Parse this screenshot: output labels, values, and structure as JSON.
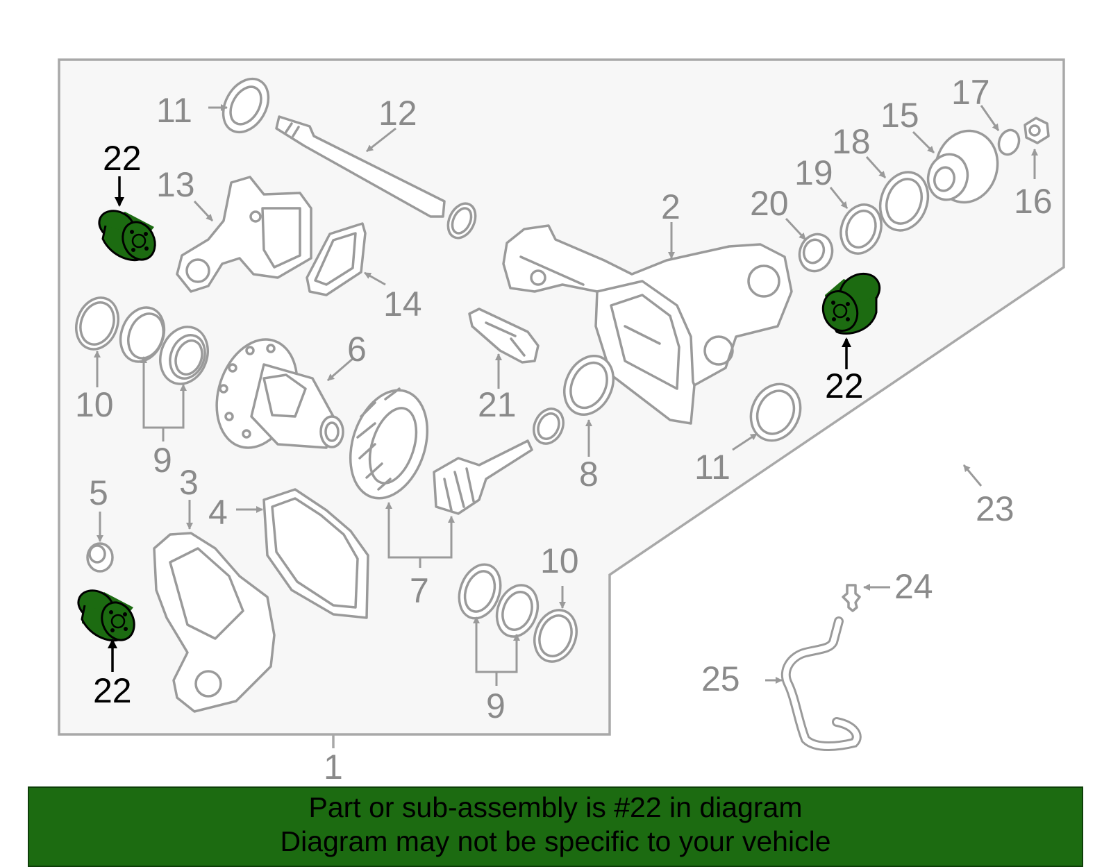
{
  "diagram": {
    "highlight_color": "#1c6b11",
    "outline_color": "#9a9a9a",
    "callouts": {
      "c1": "1",
      "c2": "2",
      "c3": "3",
      "c4": "4",
      "c5": "5",
      "c6": "6",
      "c7": "7",
      "c8": "8",
      "c9a": "9",
      "c9b": "9",
      "c10a": "10",
      "c10b": "10",
      "c11a": "11",
      "c11b": "11",
      "c12": "12",
      "c13": "13",
      "c14": "14",
      "c15": "15",
      "c16": "16",
      "c17": "17",
      "c18": "18",
      "c19": "19",
      "c20": "20",
      "c21": "21",
      "c23": "23",
      "c24": "24",
      "c25": "25",
      "c22a": "22",
      "c22b": "22",
      "c22c": "22"
    }
  },
  "banner": {
    "line1": "Part or sub-assembly is #22 in diagram",
    "line2": "Diagram may not be specific to your vehicle"
  }
}
